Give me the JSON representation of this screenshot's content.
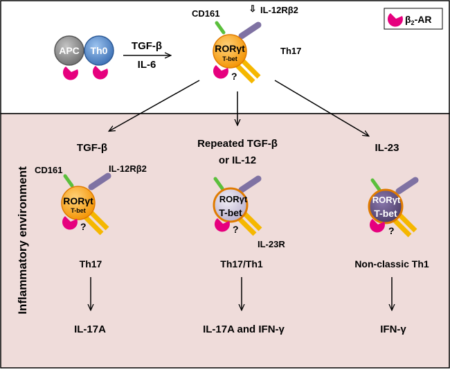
{
  "legend": {
    "receptor": "β",
    "receptor_sub": "2",
    "receptor_suffix": "-AR"
  },
  "top": {
    "apc": "APC",
    "th0": "Th0",
    "stimulus_1": "TGF-β",
    "stimulus_2": "IL-6",
    "cd161": "CD161",
    "il12rb2": "IL-12Rβ2",
    "ror": "RORγt",
    "tbet": "T-bet",
    "question": "?",
    "cell_name": "Th17"
  },
  "environment_label": "Inflammatory environment",
  "branches": [
    {
      "condition": "TGF-β",
      "cd161": "CD161",
      "il12rb2": "IL-12Rβ2",
      "ror": "RORγt",
      "tbet": "T-bet",
      "question": "?",
      "cell_name": "Th17",
      "output": "IL-17A"
    },
    {
      "condition_1": "Repeated TGF-β",
      "condition_2": "or  IL-12",
      "ror": "RORγt",
      "tbet": "T-bet",
      "question": "?",
      "il23r": "IL-23R",
      "cell_name": "Th17/Th1",
      "output": "IL-17A and IFN-γ"
    },
    {
      "condition": "IL-23",
      "ror": "RORγt",
      "tbet": "T-bet",
      "question": "?",
      "cell_name": "Non-classic Th1",
      "output": "IFN-γ"
    }
  ],
  "colors": {
    "env_bg": "#efdcda",
    "orange": "#f7a11a",
    "gold": "#f5b700",
    "purple": "#7f72a3",
    "green": "#5bbf3c",
    "magenta": "#e6007e",
    "grey_cell": "#8a8a8a",
    "blue_cell": "#4f82c2",
    "pale_cell": "#cfc9dc",
    "dark_cell": "#5a4a78"
  }
}
